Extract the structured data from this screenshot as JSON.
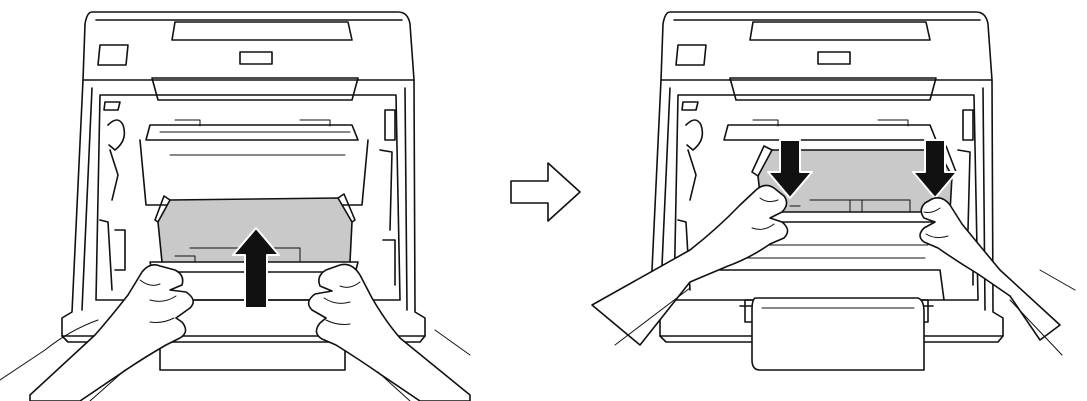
{
  "figure": {
    "steps": [
      "lift-unit-up",
      "push-down-to-lock"
    ],
    "colors": {
      "line": "#111111",
      "belt_unit": "#c9c9c9",
      "arrow_fill": "#111111",
      "background": "#ffffff"
    },
    "icons": [
      "printer",
      "belt-unit",
      "hand",
      "up-arrow",
      "down-arrow",
      "transition-arrow"
    ]
  }
}
